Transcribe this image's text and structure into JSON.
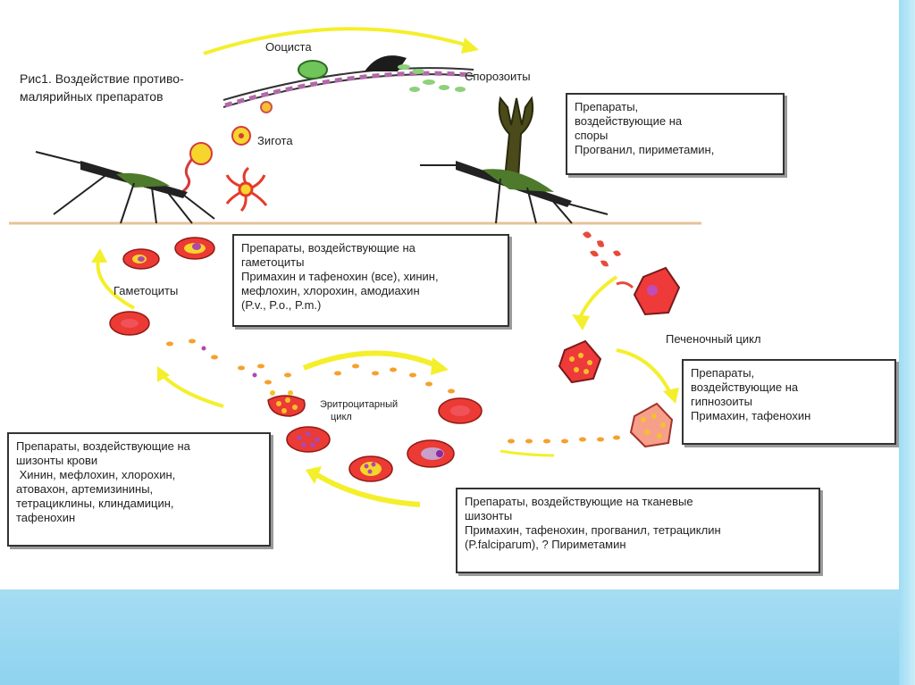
{
  "figure": {
    "title_line1": "Рис1. Воздействие противо-",
    "title_line2": "малярийных препаратов"
  },
  "labels": {
    "oocyst": "Ооциста",
    "sporozoites": "Спорозоиты",
    "zygote": "Зигота",
    "gametocytes": "Гаметоциты",
    "erythrocytic_line1": "Эритроцитарный",
    "erythrocytic_line2": "цикл",
    "liver_cycle": "Печеночный цикл"
  },
  "boxes": {
    "spores": {
      "line1": "Препараты,",
      "line2": "воздействующие на",
      "line3": "споры",
      "line4": "Прогванил, пириметамин,"
    },
    "gametocytes": {
      "line1": "Препараты, воздействующие на",
      "line2": "гаметоциты",
      "line3": "Примахин и тафенохин (все), хинин,",
      "line4": "мефлохин, хлорохин, амодиахин",
      "line5": "(P.v., P.o., P.m.)"
    },
    "hypnozoites": {
      "line1": "Препараты,",
      "line2": "воздействующие на",
      "line3": "гипнозоиты",
      "line4": "Примахин, тафенохин"
    },
    "blood_schizonts": {
      "line1": "Препараты, воздействующие на",
      "line2": "шизонты крови",
      "line3": " Хинин, мефлохин, хлорохин,",
      "line4": "атовахон, артемизинины,",
      "line5": "тетрациклины, клиндамицин,",
      "line6": "тафенохин"
    },
    "tissue_schizonts": {
      "line1": "Препараты, воздействующие на тканевые",
      "line2": "шизонты",
      "line3": "Примахин, тафенохин, прогванил, тетрациклин",
      "line4": "(P.falciparum), ? Пириметамин"
    }
  }
}
